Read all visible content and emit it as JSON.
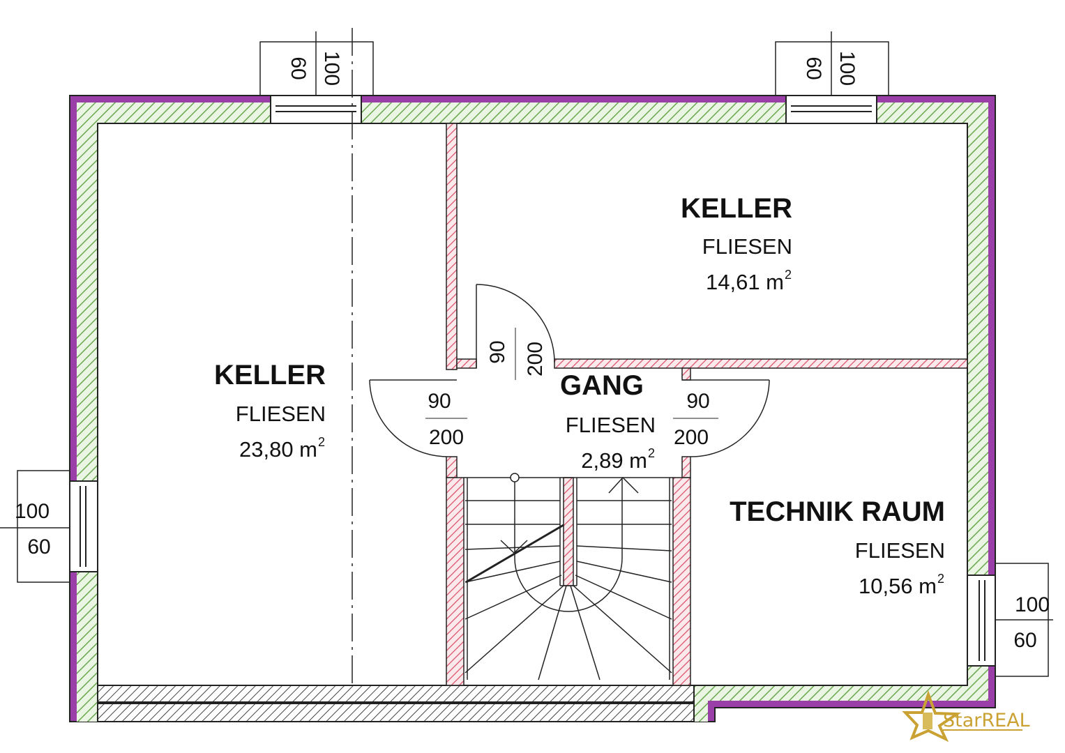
{
  "rooms": [
    {
      "name": "KELLER",
      "floor": "FLIESEN",
      "area": "23,80 m",
      "unit_sup": "2"
    },
    {
      "name": "KELLER",
      "floor": "FLIESEN",
      "area": "14,61 m",
      "unit_sup": "2"
    },
    {
      "name": "GANG",
      "floor": "FLIESEN",
      "area": "2,89 m",
      "unit_sup": "2"
    },
    {
      "name": "TECHNIK RAUM",
      "floor": "FLIESEN",
      "area": "10,56 m",
      "unit_sup": "2"
    }
  ],
  "windows": [
    {
      "width": "100",
      "height": "60"
    },
    {
      "width": "100",
      "height": "60"
    },
    {
      "width": "100",
      "height": "60"
    },
    {
      "width": "100",
      "height": "60"
    }
  ],
  "doors": [
    {
      "width": "90",
      "height": "200"
    },
    {
      "width": "90",
      "height": "200"
    },
    {
      "width": "90",
      "height": "200"
    }
  ],
  "logo": {
    "text": "StarREAL"
  },
  "colors": {
    "outer_wall": "#9b3fa8",
    "insulation_hatch": "#6aa84f",
    "interior_wall_hatch": "#d9506a",
    "logo_gold": "#c9a233"
  }
}
